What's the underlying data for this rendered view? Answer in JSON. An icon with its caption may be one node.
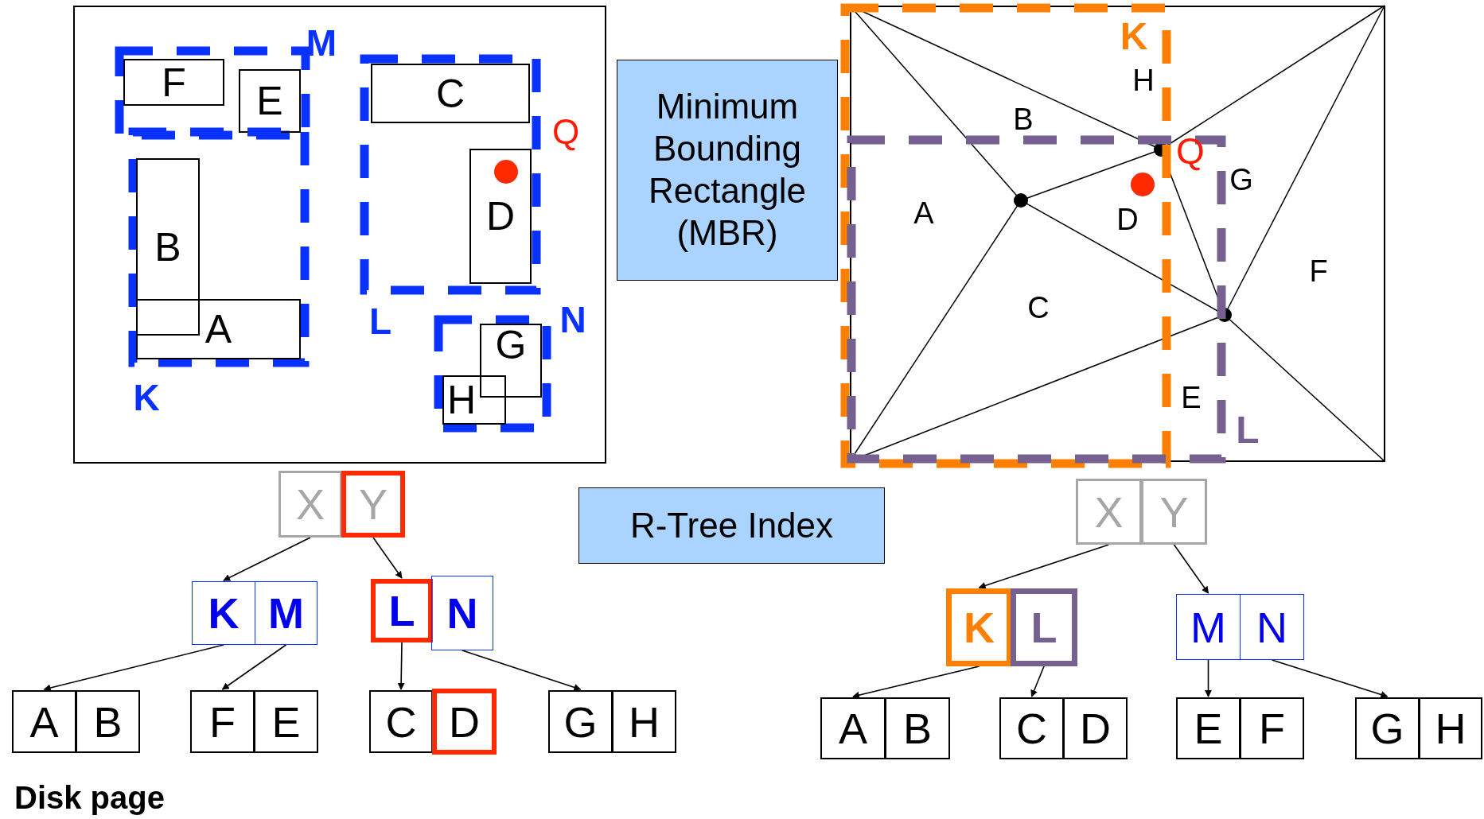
{
  "diagram": {
    "nodes": [
      {
        "text": [
          "M"
        ]
      },
      {
        "text": [
          "F"
        ],
        "in": 0
      },
      {
        "text": [
          "E"
        ],
        "in": 0
      },
      {
        "text": [
          "L"
        ]
      },
      {
        "text": [
          "C"
        ],
        "in": 3
      },
      {
        "text": [
          "D"
        ],
        "in": 3
      },
      {
        "text": [
          "K"
        ]
      },
      {
        "text": [
          "B"
        ],
        "in": 6
      },
      {
        "text": [
          "A"
        ],
        "in": 6
      },
      {
        "text": [
          "N"
        ]
      },
      {
        "text": [
          "G"
        ],
        "in": 9
      },
      {
        "text": [
          "H"
        ],
        "in": 9
      },
      {
        "text": [
          "Minimum Bounding Rectangle (MBR)"
        ]
      },
      {
        "text": [
          "K"
        ]
      },
      {
        "text": [
          "L"
        ]
      },
      {
        "text": [
          "R-Tree Index"
        ]
      },
      {
        "text": [
          "X"
        ]
      },
      {
        "text": [
          "Y"
        ]
      },
      {
        "text": [
          "K"
        ]
      },
      {
        "text": [
          "M"
        ]
      },
      {
        "text": [
          "L"
        ]
      },
      {
        "text": [
          "N"
        ]
      },
      {
        "text": [
          "A"
        ]
      },
      {
        "text": [
          "B"
        ]
      },
      {
        "text": [
          "F"
        ]
      },
      {
        "text": [
          "E"
        ]
      },
      {
        "text": [
          "C"
        ]
      },
      {
        "text": [
          "D"
        ]
      },
      {
        "text": [
          "G"
        ]
      },
      {
        "text": [
          "H"
        ]
      },
      {
        "text": [
          "X"
        ]
      },
      {
        "text": [
          "Y"
        ]
      },
      {
        "text": [
          "K"
        ]
      },
      {
        "text": [
          "L"
        ]
      },
      {
        "text": [
          "M"
        ]
      },
      {
        "text": [
          "N"
        ]
      },
      {
        "text": [
          "A"
        ]
      },
      {
        "text": [
          "B"
        ]
      },
      {
        "text": [
          "C"
        ]
      },
      {
        "text": [
          "D"
        ]
      },
      {
        "text": [
          "E"
        ]
      },
      {
        "text": [
          "F"
        ]
      },
      {
        "text": [
          "G"
        ]
      },
      {
        "text": [
          "H"
        ]
      }
    ],
    "edges": [
      {
        "from": 16,
        "to": 18,
        "arrow": "to"
      },
      {
        "from": 17,
        "to": 20,
        "arrow": "to"
      },
      {
        "from": 18,
        "to": 22,
        "arrow": "to"
      },
      {
        "from": 19,
        "to": 24,
        "arrow": "to"
      },
      {
        "from": 20,
        "to": 26,
        "arrow": "to"
      },
      {
        "from": 21,
        "to": 28,
        "arrow": "to"
      },
      {
        "from": 30,
        "to": 32,
        "arrow": "to"
      },
      {
        "from": 31,
        "to": 34,
        "arrow": "to"
      },
      {
        "from": 32,
        "to": 36,
        "arrow": "to"
      },
      {
        "from": 33,
        "to": 38,
        "arrow": "to"
      },
      {
        "from": 34,
        "to": 40,
        "arrow": "to"
      },
      {
        "from": 35,
        "to": 42,
        "arrow": "to"
      }
    ],
    "labels": [
      "Q",
      "H",
      "B",
      "Q",
      "G",
      "A",
      "D",
      "F",
      "C",
      "E",
      "Disk page"
    ]
  }
}
